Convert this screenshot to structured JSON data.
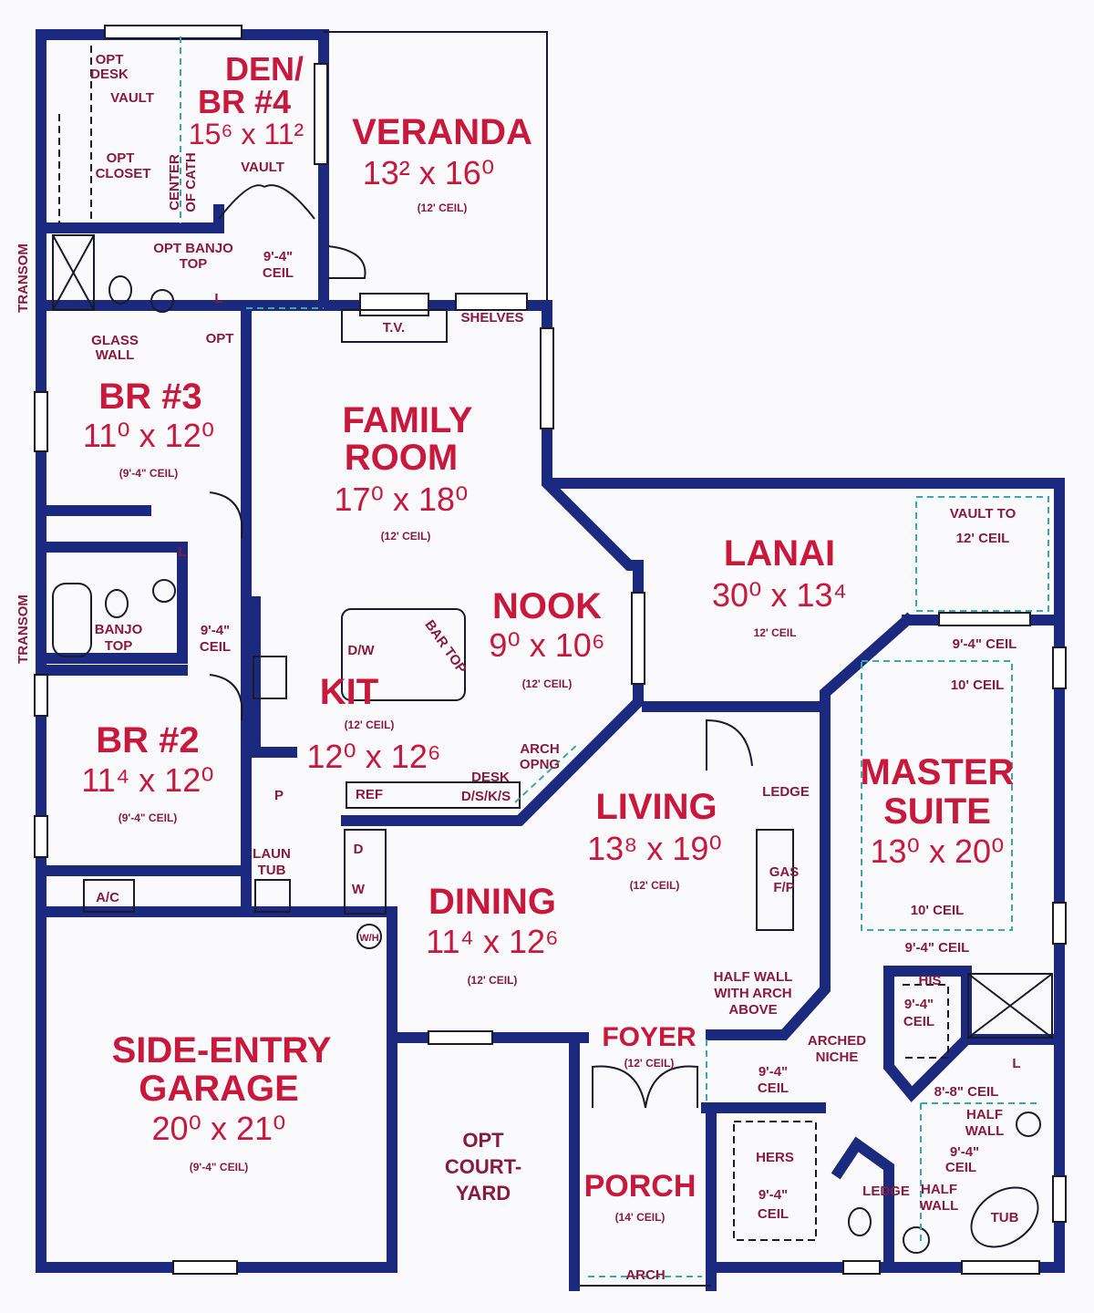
{
  "colors": {
    "wall": "#1b2a7e",
    "room_label": "#c8183c",
    "note_label": "#8a1a3c",
    "ceiling_line": "#3aa6b0"
  },
  "rooms": {
    "den": {
      "name1": "DEN/",
      "name2": "BR #4",
      "dims": "15⁶ x 11²"
    },
    "veranda": {
      "name": "VERANDA",
      "dims": "13² x 16⁰",
      "ceil": "(12' CEIL)"
    },
    "br3": {
      "name": "BR #3",
      "dims": "11⁰ x 12⁰",
      "ceil": "(9'-4\" CEIL)"
    },
    "family": {
      "name1": "FAMILY",
      "name2": "ROOM",
      "dims": "17⁰ x 18⁰",
      "ceil": "(12' CEIL)"
    },
    "nook": {
      "name": "NOOK",
      "dims": "9⁰ x 10⁶",
      "ceil": "(12' CEIL)"
    },
    "lanai": {
      "name": "LANAI",
      "dims": "30⁰ x 13⁴",
      "ceil": "12' CEIL"
    },
    "kit": {
      "name": "KIT",
      "dims": "12⁰ x 12⁶",
      "ceil": "(12' CEIL)"
    },
    "br2": {
      "name": "BR #2",
      "dims": "11⁴ x 12⁰",
      "ceil": "(9'-4\" CEIL)"
    },
    "living": {
      "name": "LIVING",
      "dims": "13⁸ x 19⁰",
      "ceil": "(12' CEIL)"
    },
    "master": {
      "name1": "MASTER",
      "name2": "SUITE",
      "dims": "13⁰ x 20⁰"
    },
    "dining": {
      "name": "DINING",
      "dims": "11⁴ x 12⁶",
      "ceil": "(12' CEIL)"
    },
    "garage": {
      "name1": "SIDE-ENTRY",
      "name2": "GARAGE",
      "dims": "20⁰ x 21⁰",
      "ceil": "(9'-4\" CEIL)"
    },
    "foyer": {
      "name": "FOYER",
      "ceil": "(12' CEIL)"
    },
    "porch": {
      "name": "PORCH",
      "ceil": "(14' CEIL)"
    }
  },
  "notes": {
    "opt_desk": [
      "OPT",
      "DESK"
    ],
    "vault1": "VAULT",
    "opt_closet": [
      "OPT",
      "CLOSET"
    ],
    "center_cath": [
      "CENTER",
      "OF CATH"
    ],
    "vault2": "VAULT",
    "opt_banjo": [
      "OPT BANJO",
      "TOP"
    ],
    "hall_ceil": [
      "9'-4\"",
      "CEIL"
    ],
    "linen1": "L",
    "transom1": "TRANSOM",
    "glass_wall": [
      "GLASS",
      "WALL"
    ],
    "opt": "OPT",
    "tv": "T.V.",
    "shelves": "SHELVES",
    "linen2": "L",
    "banjo_top": [
      "BANJO",
      "TOP"
    ],
    "hall2_ceil": [
      "9'-4\"",
      "CEIL"
    ],
    "transom2": "TRANSOM",
    "dw": "D/W",
    "bar_top": "BAR TOP",
    "arch_opng": [
      "ARCH",
      "OPNG"
    ],
    "desk": "DESK",
    "dsks": "D/S/K/S",
    "ref": "REF",
    "pantry": "P",
    "dryer": "D",
    "washer": "W",
    "laun_tub": [
      "LAUN",
      "TUB"
    ],
    "ac": "A/C",
    "wh": "W/H",
    "vault_to": [
      "VAULT TO",
      "12' CEIL"
    ],
    "ms_ceil1": "9'-4\" CEIL",
    "ms_ceil2": "10' CEIL",
    "ledge1": "LEDGE",
    "gas_fp": [
      "GAS",
      "F/P"
    ],
    "ms_ceil3": "10' CEIL",
    "ms_ceil4": "9'-4\" CEIL",
    "half_wall_arch": [
      "HALF WALL",
      "WITH ARCH",
      "ABOVE"
    ],
    "arched_niche": [
      "ARCHED",
      "NICHE"
    ],
    "his": "HIS",
    "his_ceil": [
      "9'-4\"",
      "CEIL"
    ],
    "foyer_hall_ceil": [
      "9'-4\"",
      "CEIL"
    ],
    "linen3": "L",
    "bath_ceil1": "8'-8\" CEIL",
    "half_wall1": [
      "HALF",
      "WALL"
    ],
    "bath_ceil2": [
      "9'-4\"",
      "CEIL"
    ],
    "hers": "HERS",
    "hers_ceil": [
      "9'-4\"",
      "CEIL"
    ],
    "ledge2": "LEDGE",
    "half_wall2": [
      "HALF",
      "WALL"
    ],
    "tub": "TUB",
    "courtyard": [
      "OPT",
      "COURT-",
      "YARD"
    ],
    "arch": "ARCH"
  }
}
